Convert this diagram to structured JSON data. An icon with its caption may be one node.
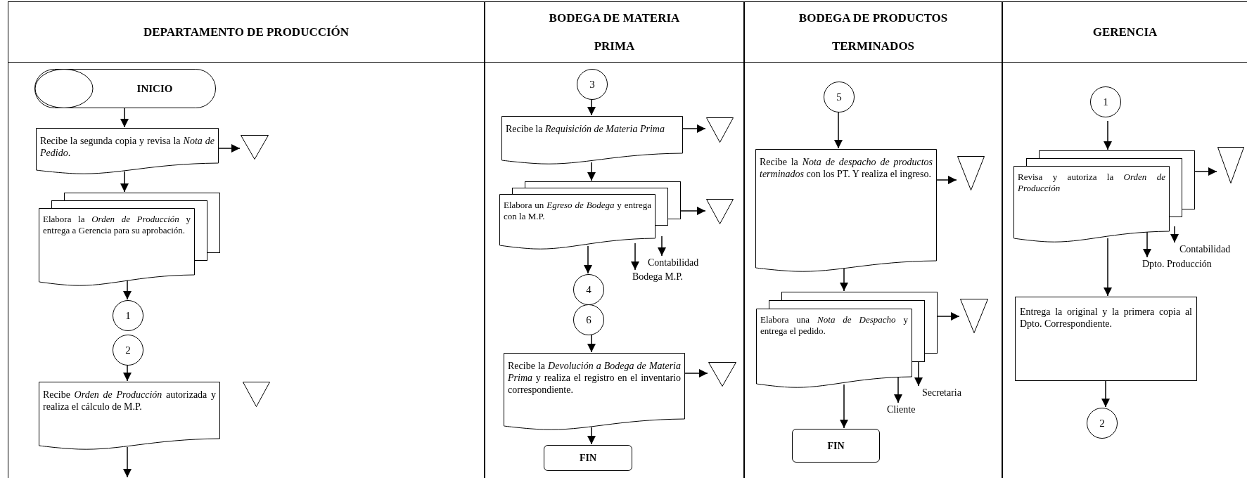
{
  "diagram": {
    "nodes": [
      {
        "text": [
          "DEPARTAMENTO DE PRODUCCIÓN"
        ]
      },
      {
        "text": [
          "BODEGA DE MATERIA PRIMA"
        ]
      },
      {
        "text": [
          "BODEGA DE PRODUCTOS TERMINADOS"
        ]
      },
      {
        "text": [
          "GERENCIA"
        ]
      },
      {
        "text": [
          "INICIO"
        ],
        "in": 0
      },
      {
        "text": [
          "Recibe la segunda copia y revisa la *Nota de Pedido*."
        ],
        "in": 0
      },
      {
        "text": [],
        "shape": "triangle",
        "in": 0
      },
      {
        "text": [
          "Elabora la *Orden de Producción* y entrega a Gerencia para su aprobación."
        ],
        "in": 0
      },
      {
        "text": [
          "1"
        ],
        "in": 0
      },
      {
        "text": [
          "2"
        ],
        "in": 0
      },
      {
        "text": [
          "Recibe *Orden de Producción* autorizada y realiza el cálculo de M.P."
        ],
        "in": 0
      },
      {
        "text": [],
        "shape": "triangle",
        "in": 0
      },
      {
        "text": [
          "3"
        ],
        "in": 1
      },
      {
        "text": [
          "Recibe la *Requisición de Materia Prima*"
        ],
        "in": 1
      },
      {
        "text": [],
        "shape": "triangle",
        "in": 1
      },
      {
        "text": [
          "Elabora un *Egreso de Bodega* y entrega con la M.P."
        ],
        "in": 1
      },
      {
        "text": [],
        "shape": "triangle",
        "in": 1
      },
      {
        "text": [
          "Contabilidad"
        ],
        "in": 1
      },
      {
        "text": [
          "Bodega M.P."
        ],
        "in": 1
      },
      {
        "text": [
          "4"
        ],
        "in": 1
      },
      {
        "text": [
          "6"
        ],
        "in": 1
      },
      {
        "text": [
          "Recibe la *Devolución a Bodega de Materia Prima* y realiza el registro en el inventario correspondiente."
        ],
        "in": 1
      },
      {
        "text": [],
        "shape": "triangle",
        "in": 1
      },
      {
        "text": [
          "FIN"
        ],
        "in": 1
      },
      {
        "text": [
          "5"
        ],
        "in": 2
      },
      {
        "text": [
          "Recibe la *Nota de despacho de productos terminados* con los PT. Y realiza el ingreso."
        ],
        "in": 2
      },
      {
        "text": [],
        "shape": "triangle",
        "in": 2
      },
      {
        "text": [
          "Elabora una *Nota de Despacho* y entrega el pedido."
        ],
        "in": 2
      },
      {
        "text": [],
        "shape": "triangle",
        "in": 2
      },
      {
        "text": [
          "Secretaria"
        ],
        "in": 2
      },
      {
        "text": [
          "Cliente"
        ],
        "in": 2
      },
      {
        "text": [
          "FIN"
        ],
        "in": 2
      },
      {
        "text": [
          "1"
        ],
        "in": 3
      },
      {
        "text": [
          "Revisa y autoriza la *Orden de Producción*"
        ],
        "in": 3
      },
      {
        "text": [],
        "shape": "triangle",
        "in": 3
      },
      {
        "text": [
          "Contabilidad"
        ],
        "in": 3
      },
      {
        "text": [
          "Dpto. Producción"
        ],
        "in": 3
      },
      {
        "text": [
          "Entrega la original y la primera copia al Dpto. Correspondiente."
        ],
        "in": 3
      },
      {
        "text": [
          "2"
        ],
        "in": 3
      }
    ],
    "edges": [
      {
        "from": 4,
        "to": 5,
        "arrow": "to"
      },
      {
        "from": 5,
        "to": 6,
        "arrow": "to"
      },
      {
        "from": 5,
        "to": 7,
        "arrow": "to"
      },
      {
        "from": 7,
        "to": 8,
        "arrow": "to"
      },
      {
        "from": 9,
        "to": 10,
        "arrow": "to"
      },
      {
        "from": 10,
        "to": null,
        "arrow": "to"
      },
      {
        "from": 12,
        "to": 13,
        "arrow": "to"
      },
      {
        "from": 13,
        "to": 14,
        "arrow": "to"
      },
      {
        "from": 13,
        "to": 15,
        "arrow": "to"
      },
      {
        "from": 15,
        "to": 16,
        "arrow": "to"
      },
      {
        "from": 15,
        "to": 17,
        "arrow": "to"
      },
      {
        "from": 15,
        "to": 18,
        "arrow": "to"
      },
      {
        "from": 15,
        "to": 19,
        "arrow": "to"
      },
      {
        "from": 20,
        "to": 21,
        "arrow": "to"
      },
      {
        "from": 21,
        "to": 22,
        "arrow": "to"
      },
      {
        "from": 21,
        "to": 23,
        "arrow": "to"
      },
      {
        "from": 24,
        "to": 25,
        "arrow": "to"
      },
      {
        "from": 25,
        "to": 26,
        "arrow": "to"
      },
      {
        "from": 25,
        "to": 27,
        "arrow": "to"
      },
      {
        "from": 27,
        "to": 28,
        "arrow": "to"
      },
      {
        "from": 27,
        "to": 29,
        "arrow": "to"
      },
      {
        "from": 27,
        "to": 30,
        "arrow": "to"
      },
      {
        "from": 27,
        "to": 31,
        "arrow": "to"
      },
      {
        "from": 32,
        "to": 33,
        "arrow": "to"
      },
      {
        "from": 33,
        "to": 34,
        "arrow": "to"
      },
      {
        "from": 33,
        "to": 35,
        "arrow": "to"
      },
      {
        "from": 33,
        "to": 36,
        "arrow": "to"
      },
      {
        "from": 33,
        "to": 37,
        "arrow": "to"
      },
      {
        "from": 37,
        "to": 38,
        "arrow": "to"
      }
    ]
  }
}
